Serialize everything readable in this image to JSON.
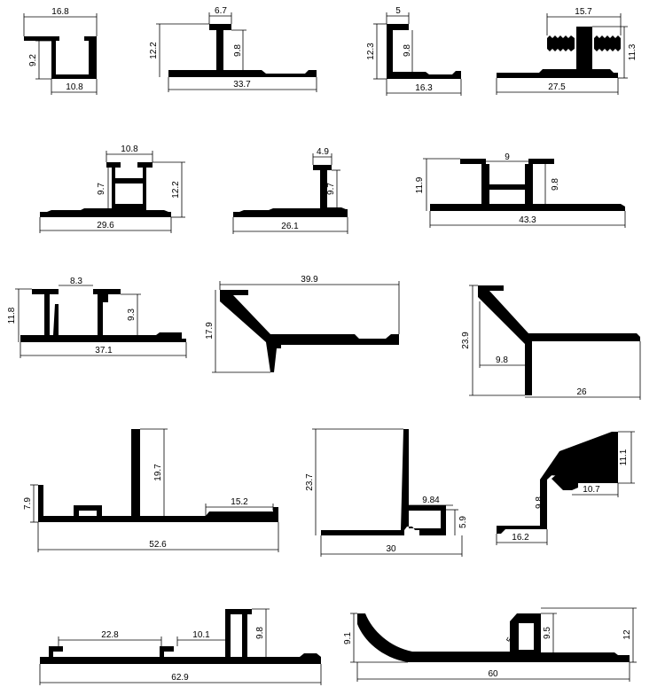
{
  "profiles": [
    {
      "id": "p1",
      "dims": [
        "16.8",
        "9.2",
        "10.8"
      ]
    },
    {
      "id": "p2",
      "dims": [
        "6.7",
        "12.2",
        "9.8",
        "33.7"
      ]
    },
    {
      "id": "p3",
      "dims": [
        "5",
        "12.3",
        "9.8",
        "16.3"
      ]
    },
    {
      "id": "p4",
      "dims": [
        "15.7",
        "11.3",
        "27.5"
      ]
    },
    {
      "id": "p5",
      "dims": [
        "10.8",
        "9.7",
        "12.2",
        "29.6"
      ]
    },
    {
      "id": "p6",
      "dims": [
        "4.9",
        "9.7",
        "26.1"
      ]
    },
    {
      "id": "p7",
      "dims": [
        "9",
        "11.9",
        "9.8",
        "43.3"
      ]
    },
    {
      "id": "p8",
      "dims": [
        "8.3",
        "11.8",
        "9.3",
        "37.1"
      ]
    },
    {
      "id": "p9",
      "dims": [
        "39.9",
        "17.9"
      ]
    },
    {
      "id": "p10",
      "dims": [
        "23.9",
        "9.8",
        "26"
      ]
    },
    {
      "id": "p11",
      "dims": [
        "7.9",
        "19.7",
        "15.2",
        "52.6"
      ]
    },
    {
      "id": "p12",
      "dims": [
        "23.7",
        "9.84",
        "5.9",
        "30"
      ]
    },
    {
      "id": "p13",
      "dims": [
        "11.1",
        "10.7",
        "9.8",
        "16.2"
      ]
    },
    {
      "id": "p14",
      "dims": [
        "22.8",
        "10.1",
        "9.8",
        "62.9"
      ]
    },
    {
      "id": "p15",
      "dims": [
        "9.1",
        "5.5",
        "9.5",
        "12",
        "60"
      ]
    }
  ]
}
